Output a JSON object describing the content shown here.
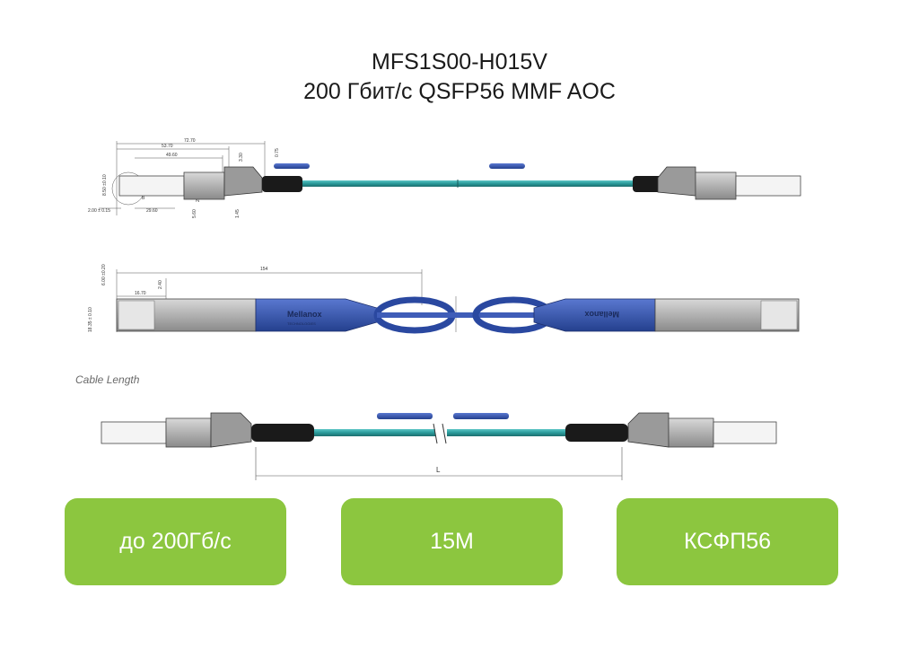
{
  "header": {
    "part_number": "MFS1S00-H015V",
    "description": "200 Гбит/с QSFP56 MMF AOC"
  },
  "drawing": {
    "caption": "Cable Length",
    "length_label": "L",
    "brand_mark": "Mellanox",
    "brand_sub": "TECHNOLOGIES",
    "dimensions": {
      "d1": "72.70",
      "d2": "53.70",
      "d3": "49.60",
      "d4": "29.60",
      "d5": "2.00 ± 0.15",
      "d6": "0.75",
      "d7": "3.30",
      "d8": "2.30",
      "d9": "5.60",
      "d10": "1.45",
      "d11": "8.50 ±0.10",
      "d12": "B",
      "d13": "154",
      "d14": "16.70",
      "d15": "2.40",
      "d16": "6.00 ±0.20",
      "d17": "18.35 ± 0.10"
    }
  },
  "badges": [
    {
      "text": "до 200Гб/с"
    },
    {
      "text": "15М"
    },
    {
      "text": "КСФП56"
    }
  ],
  "colors": {
    "badge_green": "#8cc63f",
    "cable_teal": "#2a9a9a",
    "boot_blue": "#3b5bb5",
    "module_gray": "#b5b5b5"
  }
}
